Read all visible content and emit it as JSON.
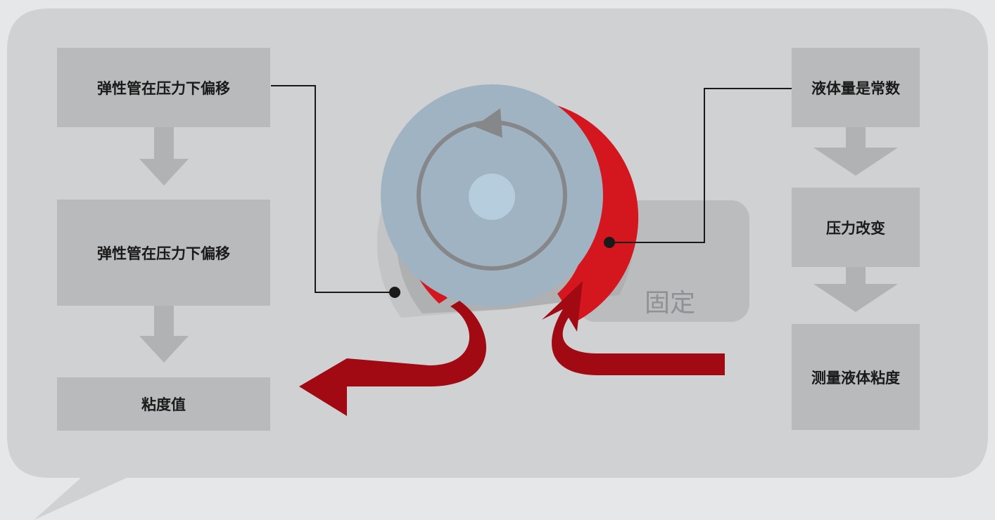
{
  "left_steps": [
    "弹性管在压力下偏移",
    "弹性管在压力下偏移",
    "粘度值"
  ],
  "right_steps": [
    "液体量是常数",
    "压力改变",
    "测量液体粘度"
  ],
  "fixed_label": "固定",
  "colors": {
    "background": "#e6e7e8",
    "panel": "#d0d1d3",
    "box": "#b9babc",
    "arrow_gray": "#b1b2b4",
    "tube_red": "#d4161e",
    "flow_dark_red": "#a10a12",
    "rotor": "#9fb3c3",
    "hub": "#b6cddd",
    "rotation_ring": "#858789"
  }
}
